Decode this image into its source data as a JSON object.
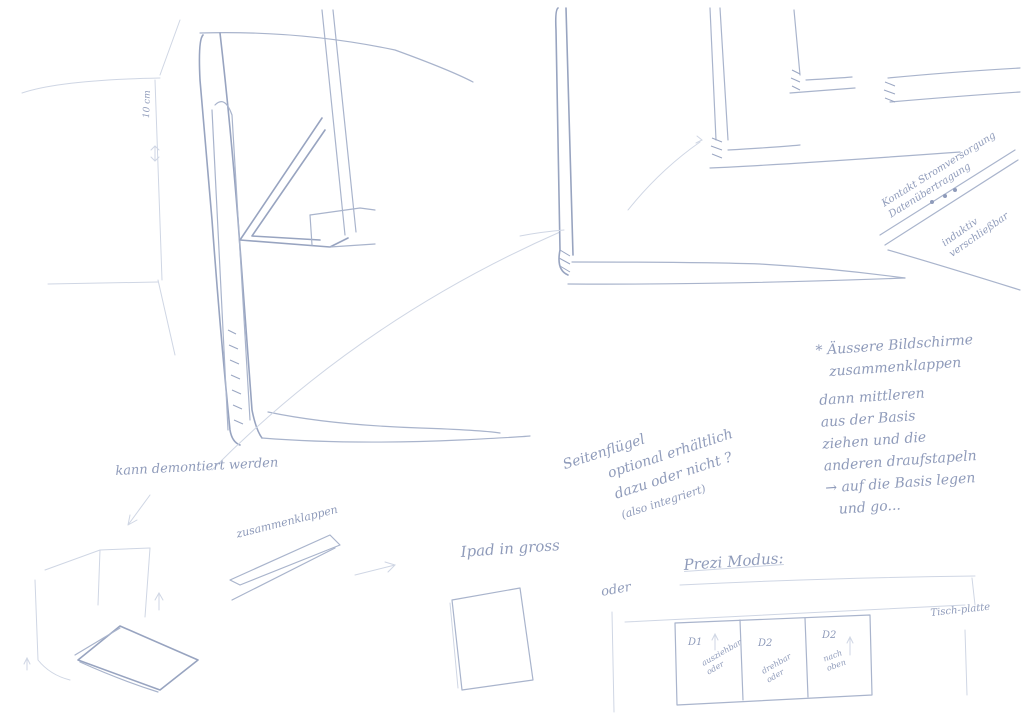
{
  "sketch": {
    "stroke_color": "#a9b4cc",
    "paper_color": "#ffffff",
    "annotations": {
      "dimension": "10 cm",
      "removable": "kann demontiert werden",
      "fold_together": "zusammenklappen",
      "ipad_large": "Ipad in gross",
      "or": "oder",
      "prezi_mode": "Prezi Modus:",
      "table_plate": "Tisch-platte",
      "contact": "Kontakt Stromversorgung Datenübertragung",
      "inductive": "induktiv verschließbar",
      "side_wing": [
        "Seitenflügel",
        "optional erhältlich",
        "dazu oder nicht ?",
        "(also integriert)"
      ],
      "steps": [
        "* Äussere Bildschirme",
        "zusammenklappen",
        "dann mittleren",
        "aus der Basis",
        "ziehen und die",
        "anderen draufstapeln",
        "→ auf die Basis legen",
        "und go..."
      ],
      "panels": [
        {
          "id": "D1",
          "note": "ausziehbar oder"
        },
        {
          "id": "D2",
          "note": "drehbar oder"
        },
        {
          "id": "D2",
          "note": "nach oben"
        }
      ]
    }
  }
}
